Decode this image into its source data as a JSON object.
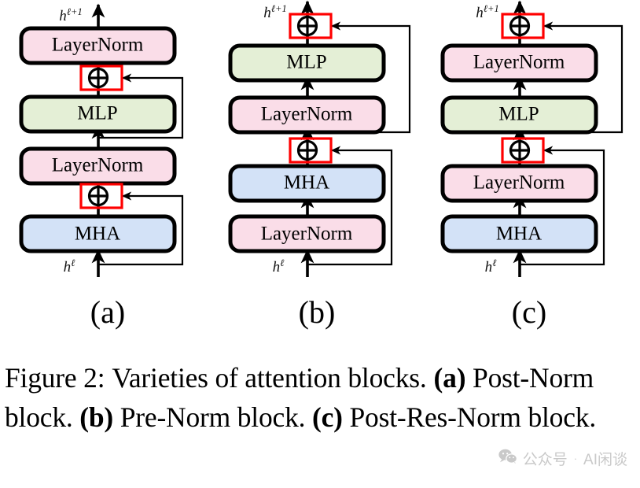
{
  "figure": {
    "caption_prefix": "Figure 2:",
    "caption_main": "Varieties of attention blocks.",
    "caption_a_tag": "(a)",
    "caption_a_text": "Post-Norm block.",
    "caption_b_tag": "(b)",
    "caption_b_text": "Pre-Norm block.",
    "caption_c_tag": "(c)",
    "caption_c_text": "Post-Res-Norm block.",
    "io": {
      "input_base": "h",
      "input_sup": "ℓ",
      "output_base": "h",
      "output_sup": "ℓ+1"
    },
    "adder_symbol": "⊕",
    "colors": {
      "layernorm_fill": "#fadde8",
      "mlp_fill": "#e4efd6",
      "mha_fill": "#d3e2f7",
      "outline": "#000000",
      "highlight": "#ff0000",
      "wire": "#000000"
    }
  },
  "panels": [
    {
      "id": "a",
      "label": "(a)",
      "name": "Post-Norm block",
      "blocks": [
        {
          "label": "LayerNorm",
          "type": "layernorm"
        },
        {
          "label": "MLP",
          "type": "mlp"
        },
        {
          "label": "LayerNorm",
          "type": "layernorm"
        },
        {
          "label": "MHA",
          "type": "mha"
        }
      ]
    },
    {
      "id": "b",
      "label": "(b)",
      "name": "Pre-Norm block",
      "blocks": [
        {
          "label": "MLP",
          "type": "mlp"
        },
        {
          "label": "LayerNorm",
          "type": "layernorm"
        },
        {
          "label": "MHA",
          "type": "mha"
        },
        {
          "label": "LayerNorm",
          "type": "layernorm"
        }
      ]
    },
    {
      "id": "c",
      "label": "(c)",
      "name": "Post-Res-Norm block",
      "blocks": [
        {
          "label": "LayerNorm",
          "type": "layernorm"
        },
        {
          "label": "MLP",
          "type": "mlp"
        },
        {
          "label": "LayerNorm",
          "type": "layernorm"
        },
        {
          "label": "MHA",
          "type": "mha"
        }
      ]
    }
  ],
  "watermark": {
    "icon": "wechat-icon",
    "text": "公众号",
    "dot": "·",
    "account": "AI闲谈"
  }
}
